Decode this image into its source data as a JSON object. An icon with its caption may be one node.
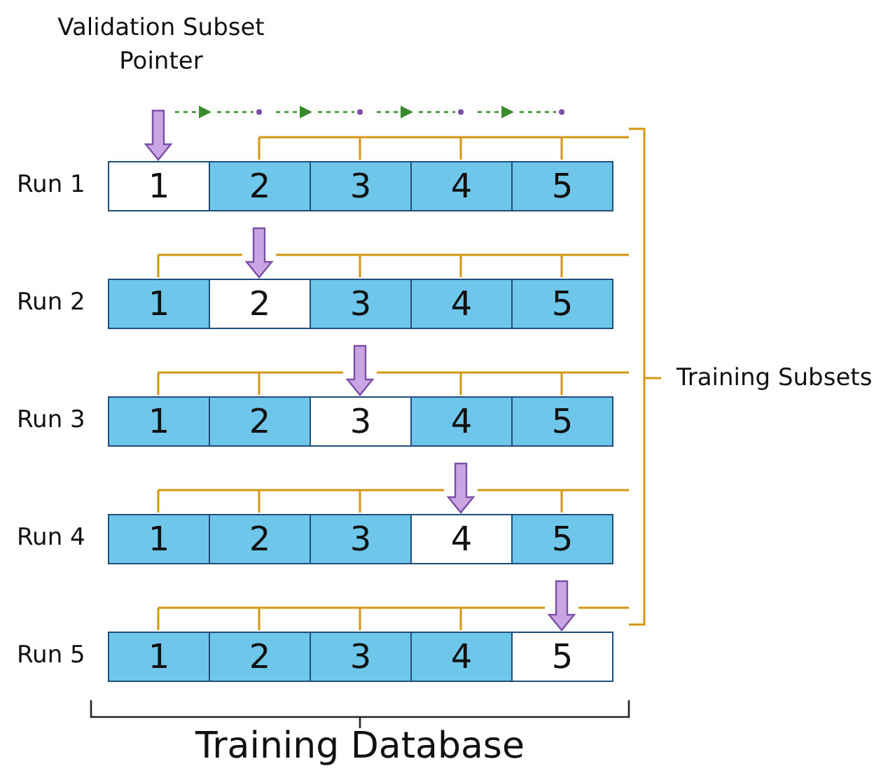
{
  "diagram": {
    "nodes": [
      {
        "text": [
          "1"
        ]
      },
      {
        "text": [
          "2"
        ]
      },
      {
        "text": [
          "3"
        ]
      },
      {
        "text": [
          "4"
        ]
      },
      {
        "text": [
          "5"
        ]
      },
      {
        "text": [
          "1"
        ]
      },
      {
        "text": [
          "2"
        ]
      },
      {
        "text": [
          "3"
        ]
      },
      {
        "text": [
          "4"
        ]
      },
      {
        "text": [
          "5"
        ]
      },
      {
        "text": [
          "1"
        ]
      },
      {
        "text": [
          "2"
        ]
      },
      {
        "text": [
          "3"
        ]
      },
      {
        "text": [
          "4"
        ]
      },
      {
        "text": [
          "5"
        ]
      },
      {
        "text": [
          "1"
        ]
      },
      {
        "text": [
          "2"
        ]
      },
      {
        "text": [
          "3"
        ]
      },
      {
        "text": [
          "4"
        ]
      },
      {
        "text": [
          "5"
        ]
      },
      {
        "text": [
          "1"
        ]
      },
      {
        "text": [
          "2"
        ]
      },
      {
        "text": [
          "3"
        ]
      },
      {
        "text": [
          "4"
        ]
      },
      {
        "text": [
          "5"
        ]
      }
    ],
    "edges": [
      {
        "from": null,
        "to": 0,
        "arrow": "to"
      },
      {
        "from": null,
        "to": 6,
        "arrow": "to"
      },
      {
        "from": null,
        "to": 12,
        "arrow": "to"
      },
      {
        "from": null,
        "to": 18,
        "arrow": "to"
      },
      {
        "from": null,
        "to": 24,
        "arrow": "to"
      }
    ],
    "labels": [
      "Validation Subset Pointer",
      "Run 1",
      "Run 2",
      "Run 3",
      "Run 4",
      "Run 5",
      "Training Subsets",
      "Training Database"
    ]
  }
}
